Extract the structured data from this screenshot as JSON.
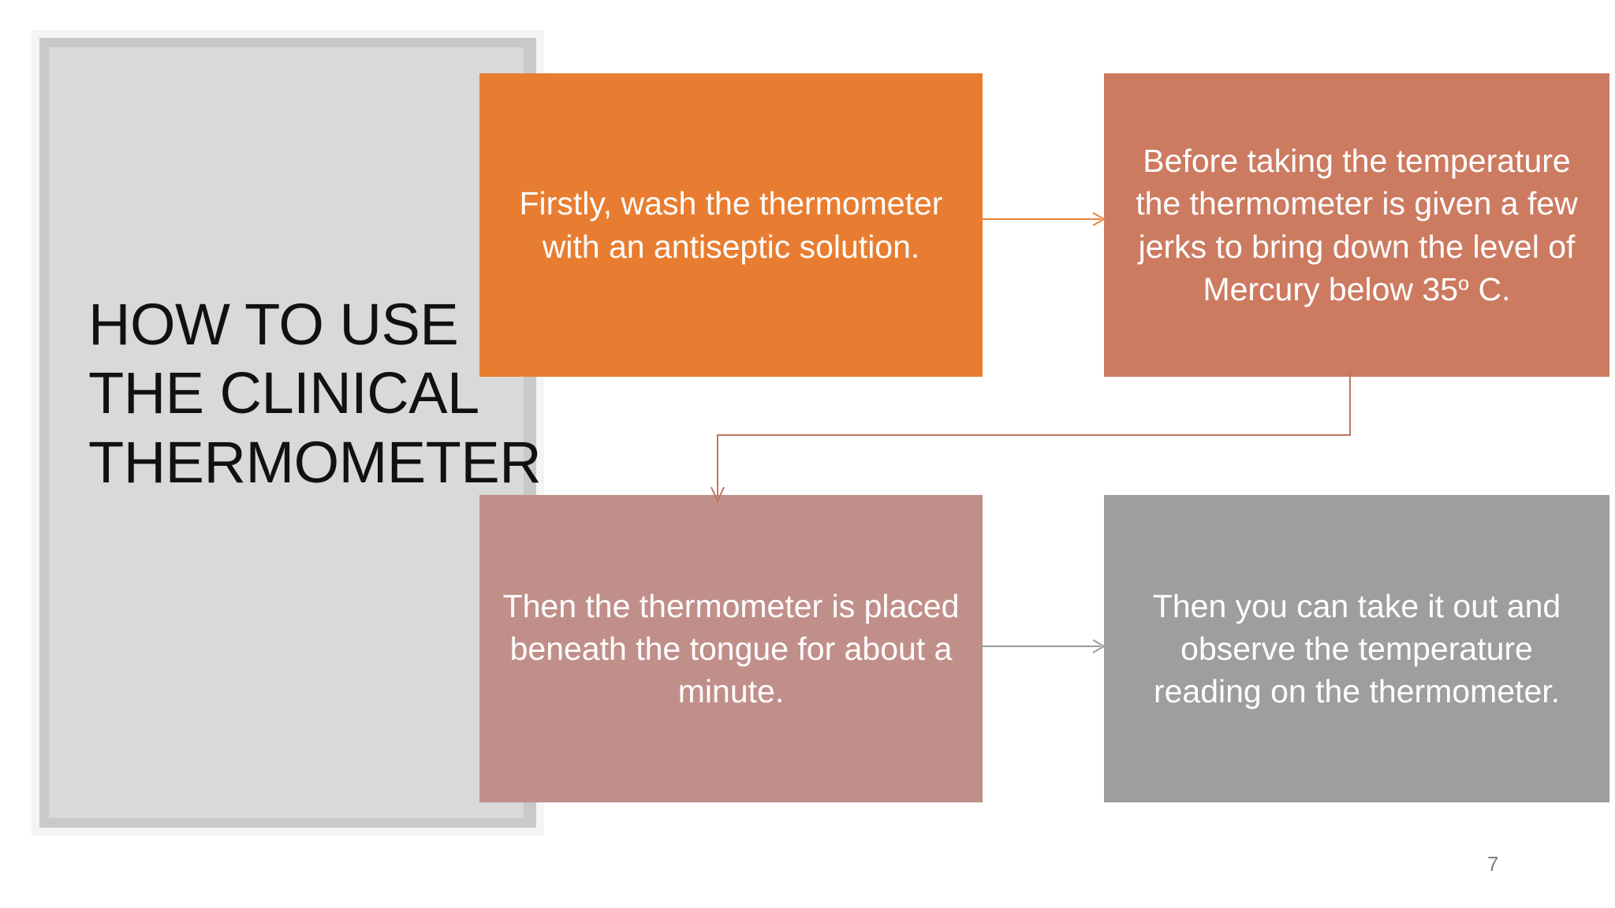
{
  "slide": {
    "page_number": "7",
    "background_color": "#ffffff"
  },
  "title_panel": {
    "title": "HOW TO USE\nTHE CLINICAL\nTHERMOMETER",
    "fill_color": "#d9d9d9",
    "frame_color": "#c9c9c9",
    "text_color": "#111111"
  },
  "flow": {
    "boxes": [
      {
        "id": "step-1",
        "text": "Firstly, wash the thermometer with an antiseptic solution.",
        "color": "#e87d31",
        "text_color": "#ffffff"
      },
      {
        "id": "step-2",
        "text_before_degree": "Before taking the temperature the thermometer is given a few jerks to bring down the level of Mercury below 35",
        "degree_mark": "o",
        "text_after_degree": " C.",
        "full_text": "Before taking the temperature the thermometer is given a few jerks to bring down the level of Mercury below 35o C.",
        "color": "#cc7b61",
        "text_color": "#ffffff"
      },
      {
        "id": "step-3",
        "text": "Then the thermometer is placed beneath the tongue for about a minute.",
        "color": "#c18f8a",
        "text_color": "#ffffff"
      },
      {
        "id": "step-4",
        "text": "Then you can take it out and observe the temperature reading on the thermometer.",
        "color": "#9e9e9e",
        "text_color": "#ffffff"
      }
    ],
    "connectors": [
      {
        "id": "arrow-step1-to-step2",
        "style": "straight-right",
        "color": "#e8823c"
      },
      {
        "id": "arrow-step2-to-step3",
        "style": "elbow-down-left-down",
        "color": "#c1745f"
      },
      {
        "id": "arrow-step3-to-step4",
        "style": "straight-right",
        "color": "#9b9b9b"
      }
    ]
  }
}
